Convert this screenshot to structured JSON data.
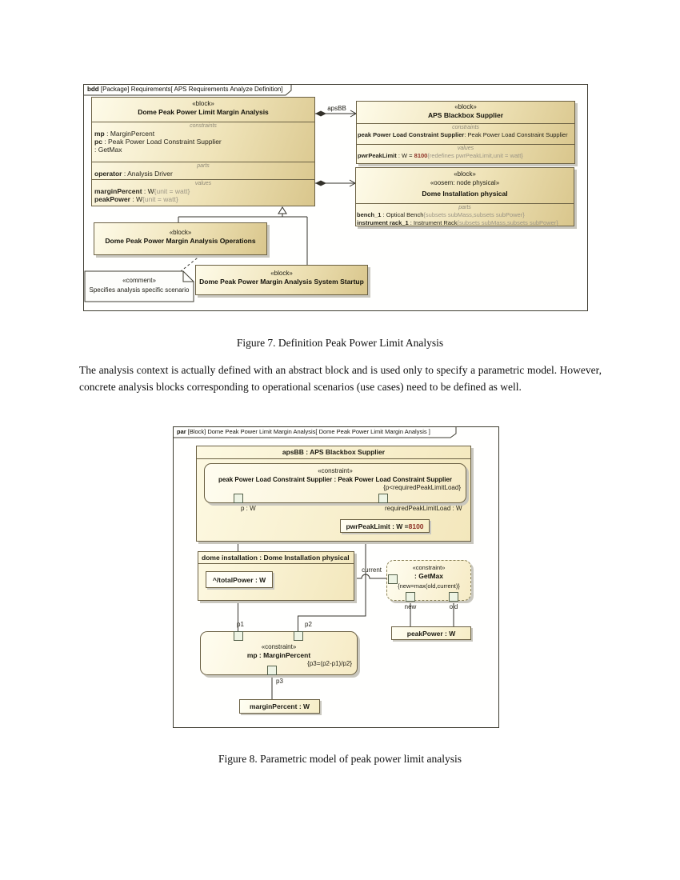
{
  "colors": {
    "diagram_border": "#3f3d31",
    "block_border": "#6b6144",
    "block_fill_light": "#fefbe9",
    "block_fill_dark": "#d9c68c",
    "shadow": "#c9c7be",
    "note_gray": "#9a9484",
    "value_maroon": "#8d2f24"
  },
  "figure7": {
    "caption": "Figure 7. Definition Peak Power Limit Analysis"
  },
  "figure8": {
    "caption": "Figure 8. Parametric model of peak power limit analysis"
  },
  "paragraph": "The analysis context is actually defined with an abstract block and is used only to specify a parametric model. However, concrete analysis blocks corresponding to operational scenarios (use cases) need to be defined as well.",
  "bdd": {
    "tab": {
      "keyword": "bdd",
      "rest": " [Package] Requirements[ APS Requirements Analyze Definition]"
    },
    "assoc_label": "apsBB",
    "analysis_block": {
      "stereotype": "«block»",
      "name": "Dome Peak Power Limit Margin Analysis",
      "constraints_label": "constraints",
      "constraints": [
        {
          "name": "mp",
          "rest": " : MarginPercent"
        },
        {
          "name": "pc",
          "rest": " : Peak Power Load Constraint Supplier"
        },
        {
          "name": "",
          "rest": " : GetMax"
        }
      ],
      "parts_label": "parts",
      "parts": [
        {
          "name": "operator",
          "rest": " : Analysis Driver"
        }
      ],
      "values_label": "values",
      "values": [
        {
          "name": "marginPercent",
          "rest": " : W",
          "note": "{unit = watt}"
        },
        {
          "name": "peakPower",
          "rest": " : W",
          "note": "{unit = watt}"
        }
      ]
    },
    "aps_block": {
      "stereotype": "«block»",
      "name": "APS Blackbox Supplier",
      "constraints_label": "constraints",
      "constraint_line": {
        "name": "peak Power Load Constraint Supplier",
        "rest": ": Peak Power Load Constraint Supplier"
      },
      "values_label": "values",
      "value_line": {
        "name": "pwrPeakLimit",
        "rest": " : W = ",
        "value": "8100",
        "note": "{redefines pwrPeakLimit,unit = watt}"
      }
    },
    "dome_block": {
      "stereotype": "«block»",
      "stereotype2": "«oosem: node physical»",
      "name": "Dome Installation physical",
      "parts_label": "parts",
      "parts": [
        {
          "name": "bench_1",
          "rest": " : Optical Bench",
          "note": "{subsets subMass,subsets subPower}"
        },
        {
          "name": "instrument rack_1",
          "rest": " : Instrument Rack",
          "note": "{subsets subMass,subsets subPower}"
        }
      ]
    },
    "operations_block": {
      "stereotype": "«block»",
      "name": "Dome Peak Power Margin Analysis Operations"
    },
    "startup_block": {
      "stereotype": "«block»",
      "name": "Dome Peak Power Margin Analysis System Startup"
    },
    "comment": {
      "stereotype": "«comment»",
      "text": "Specifies analysis specific scenario"
    }
  },
  "par": {
    "tab": {
      "keyword": "par",
      "rest": " [Block] Dome Peak Power Limit Margin Analysis[ Dome Peak Power Limit Margin Analysis ]"
    },
    "apsbb_title": "apsBB : APS Blackbox Supplier",
    "supplier_constraint": {
      "stereotype": "«constraint»",
      "name": "peak Power Load Constraint Supplier : Peak Power Load Constraint Supplier",
      "expr": "{p<requiredPeakLimitLoad}"
    },
    "port_p": "p : W",
    "port_req": "requiredPeakLimitLoad : W",
    "pwr_peak_limit": {
      "prefix": "pwrPeakLimit : W = ",
      "value": "8100"
    },
    "dome": {
      "title": "dome installation : Dome Installation physical",
      "total_power": "^/totalPower : W"
    },
    "current_label": "current",
    "getmax": {
      "stereotype": "«constraint»",
      "name": ": GetMax",
      "expr": "{new=max(old,current)}",
      "new_label": "new",
      "old_label": "old"
    },
    "peak_power": "peakPower : W",
    "margin_constraint": {
      "stereotype": "«constraint»",
      "name": "mp : MarginPercent",
      "expr": "{p3=(p2-p1)/p2}",
      "p1": "p1",
      "p2": "p2",
      "p3": "p3"
    },
    "margin_percent": "marginPercent : W"
  }
}
